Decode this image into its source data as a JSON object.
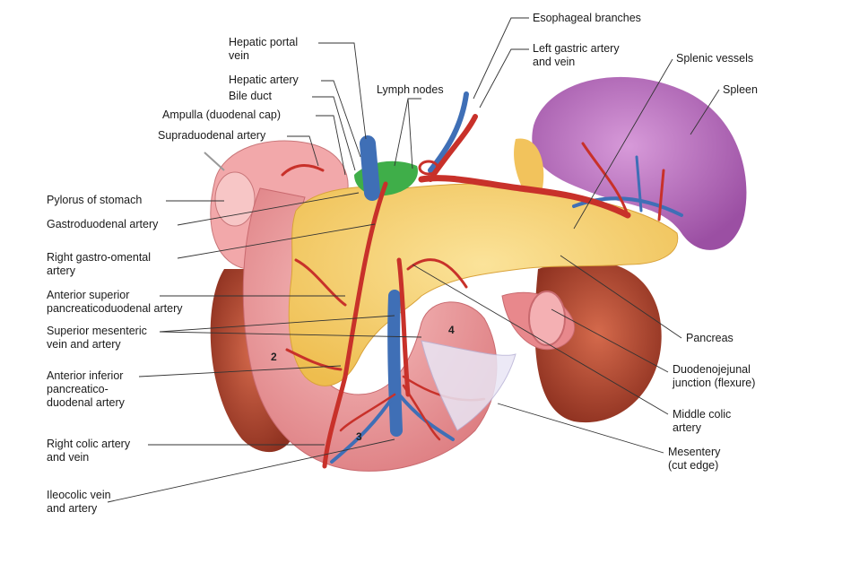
{
  "labels": {
    "hepatic_portal_vein": [
      "Hepatic portal",
      "vein"
    ],
    "hepatic_artery": "Hepatic artery",
    "bile_duct": "Bile duct",
    "ampulla": "Ampulla (duodenal cap)",
    "supraduodenal_artery": "Supraduodenal artery",
    "pylorus": "Pylorus of stomach",
    "gastroduodenal_artery": "Gastroduodenal artery",
    "right_gastro_omental": [
      "Right gastro-omental",
      "artery"
    ],
    "ant_sup_pd": [
      "Anterior superior",
      "pancreaticoduodenal artery"
    ],
    "sup_mesenteric": [
      "Superior mesenteric",
      "vein and artery"
    ],
    "ant_inf_pd": [
      "Anterior inferior",
      "pancreatico-",
      "duodenal artery"
    ],
    "right_colic": [
      "Right colic artery",
      "and vein"
    ],
    "ileocolic": [
      "Ileocolic vein",
      "and artery"
    ],
    "lymph_nodes": "Lymph nodes",
    "esophageal_branches": "Esophageal branches",
    "left_gastric": [
      "Left gastric artery",
      "and vein"
    ],
    "splenic_vessels": "Splenic vessels",
    "spleen": "Spleen",
    "pancreas": "Pancreas",
    "duodenojejunal": [
      "Duodenojejunal",
      "junction (flexure)"
    ],
    "middle_colic": [
      "Middle colic",
      "artery"
    ],
    "mesentery": [
      "Mesentery",
      "(cut edge)"
    ]
  },
  "duodenal_parts": [
    "2",
    "3",
    "4"
  ],
  "colors": {
    "artery": "#c8312a",
    "vein": "#3f6fb6",
    "pancreas": "#f6cf6c",
    "duodenum": "#ef9a9a",
    "spleen": "#b86cc0",
    "kidney": "#b5472f",
    "lymph": "#3fae49"
  }
}
